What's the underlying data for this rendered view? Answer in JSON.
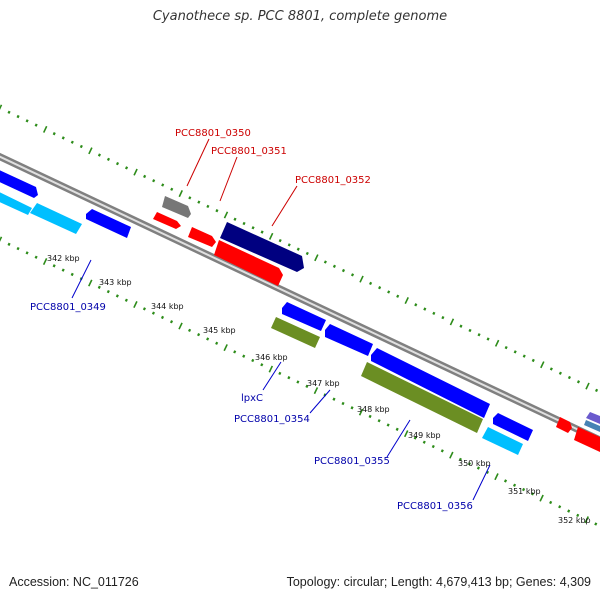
{
  "title": "Cyanothece sp. PCC 8801, complete genome",
  "accession": "Accession: NC_011726",
  "topology": "Topology: circular; Length: 4,679,413 bp; Genes: 4,309",
  "colors": {
    "backbone": "#808080",
    "ticks": "#2d8c1a",
    "forward_label": "#cc0000",
    "reverse_label": "#0000aa",
    "feature_colors": [
      "#ff0000",
      "#0000ff",
      "#00bfff",
      "#6b8e23",
      "#000080",
      "#808080"
    ]
  },
  "scale": {
    "labels": [
      "342 kbp",
      "343 kbp",
      "344 kbp",
      "345 kbp",
      "346 kbp",
      "347 kbp",
      "348 kbp",
      "349 kbp",
      "350 kbp",
      "351 kbp",
      "352 kbp"
    ]
  },
  "labels": {
    "forward": [
      "PCC8801_0350",
      "PCC8801_0351",
      "PCC8801_0352"
    ],
    "reverse": [
      "PCC8801_0349",
      "lpxC",
      "PCC8801_0354",
      "PCC8801_0355",
      "PCC8801_0356"
    ]
  }
}
